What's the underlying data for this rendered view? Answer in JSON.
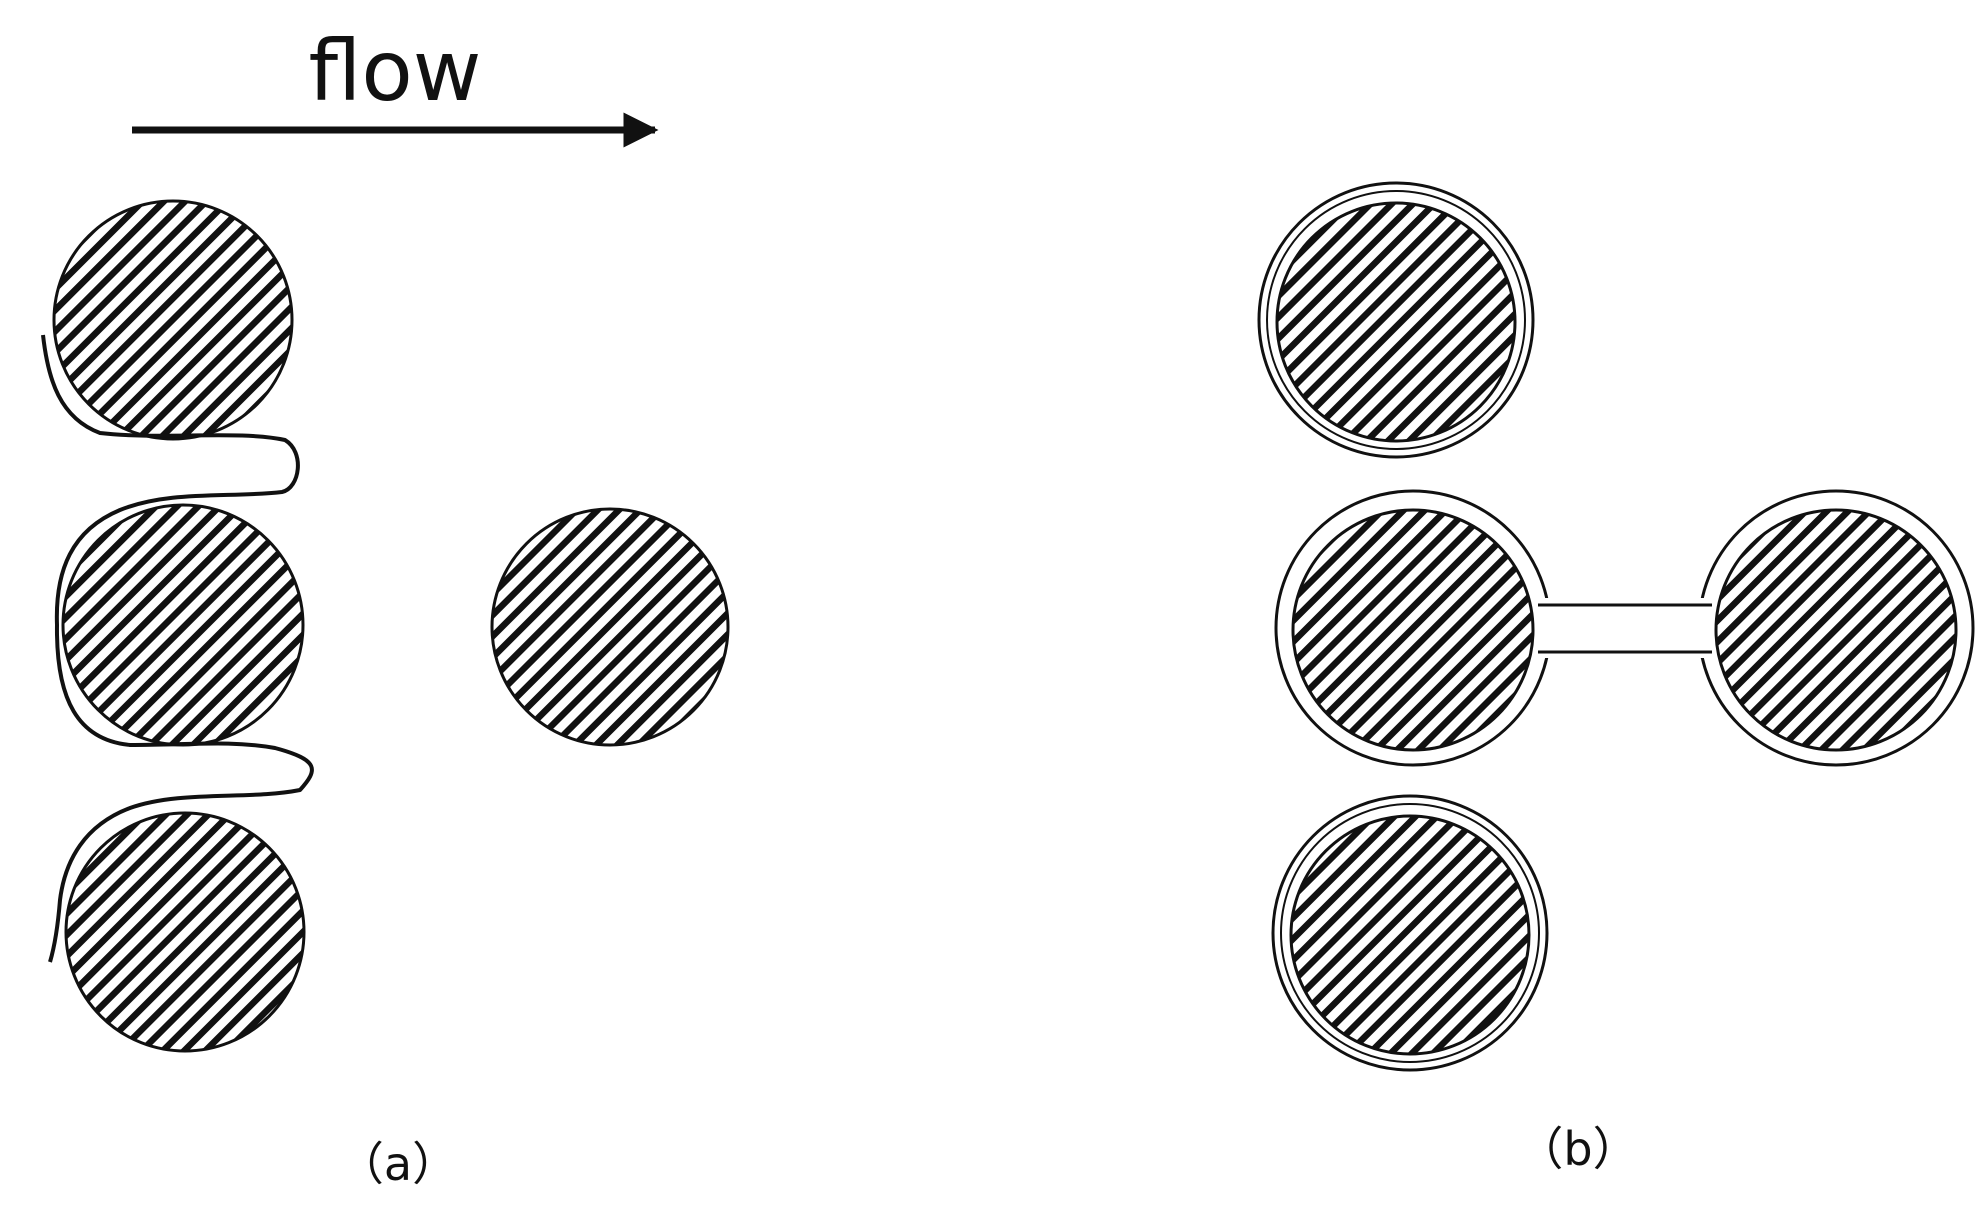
{
  "flow_label": "flow",
  "panel_a_label": "（a）",
  "panel_b_label": "（b）",
  "colors": {
    "background": "#ffffff",
    "stroke": "#111111",
    "hatch": "#111111"
  }
}
